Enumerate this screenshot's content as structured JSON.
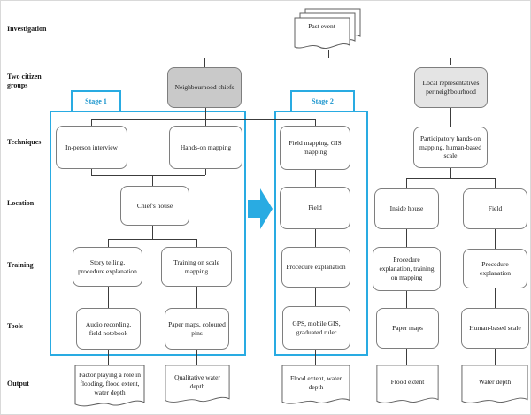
{
  "rows": [
    "Investigation",
    "Two citizen groups",
    "Techniques",
    "Location",
    "Training",
    "Tools",
    "Output"
  ],
  "past_event": "Past event",
  "groups": {
    "chiefs": "Neighbourhood chiefs",
    "representatives": "Local representatives per neighbourhood"
  },
  "stage1": {
    "label": "Stage 1",
    "technique_interview": "In-person interview",
    "technique_mapping": "Hands-on mapping",
    "location": "Chief's house",
    "training_storytelling": "Story telling, procedure explanation",
    "training_scale": "Training on scale mapping",
    "tools_audio": "Audio recording, field notebook",
    "tools_paper": "Paper maps, coloured pins",
    "output_factors": "Factor playing a role in flooding, flood extent, water depth",
    "output_depth": "Qualitative water depth"
  },
  "stage2": {
    "label": "Stage 2",
    "technique": "Field mapping, GIS mapping",
    "location": "Field",
    "training": "Procedure explanation",
    "tools": "GPS, mobile GIS, graduated ruler",
    "output": "Flood extent, water depth"
  },
  "representatives_branch": {
    "technique": "Participatory hands-on mapping, human-based scale",
    "location_house": "Inside house",
    "location_field": "Field",
    "training_house": "Procedure explanation, training on mapping",
    "training_field": "Procedure explanation",
    "tools_house": "Paper maps",
    "tools_field": "Human-based scale",
    "output_house": "Flood extent",
    "output_field": "Water depth"
  },
  "colors": {
    "stage_accent": "#29abe2",
    "stage_label_text": "#1693cc",
    "arrow": "#29abe2",
    "chiefs_fill": "#c9c9c9",
    "representatives_fill": "#e4e4e4",
    "box_border": "#7e7e7e",
    "connector": "#3c3c3c"
  }
}
